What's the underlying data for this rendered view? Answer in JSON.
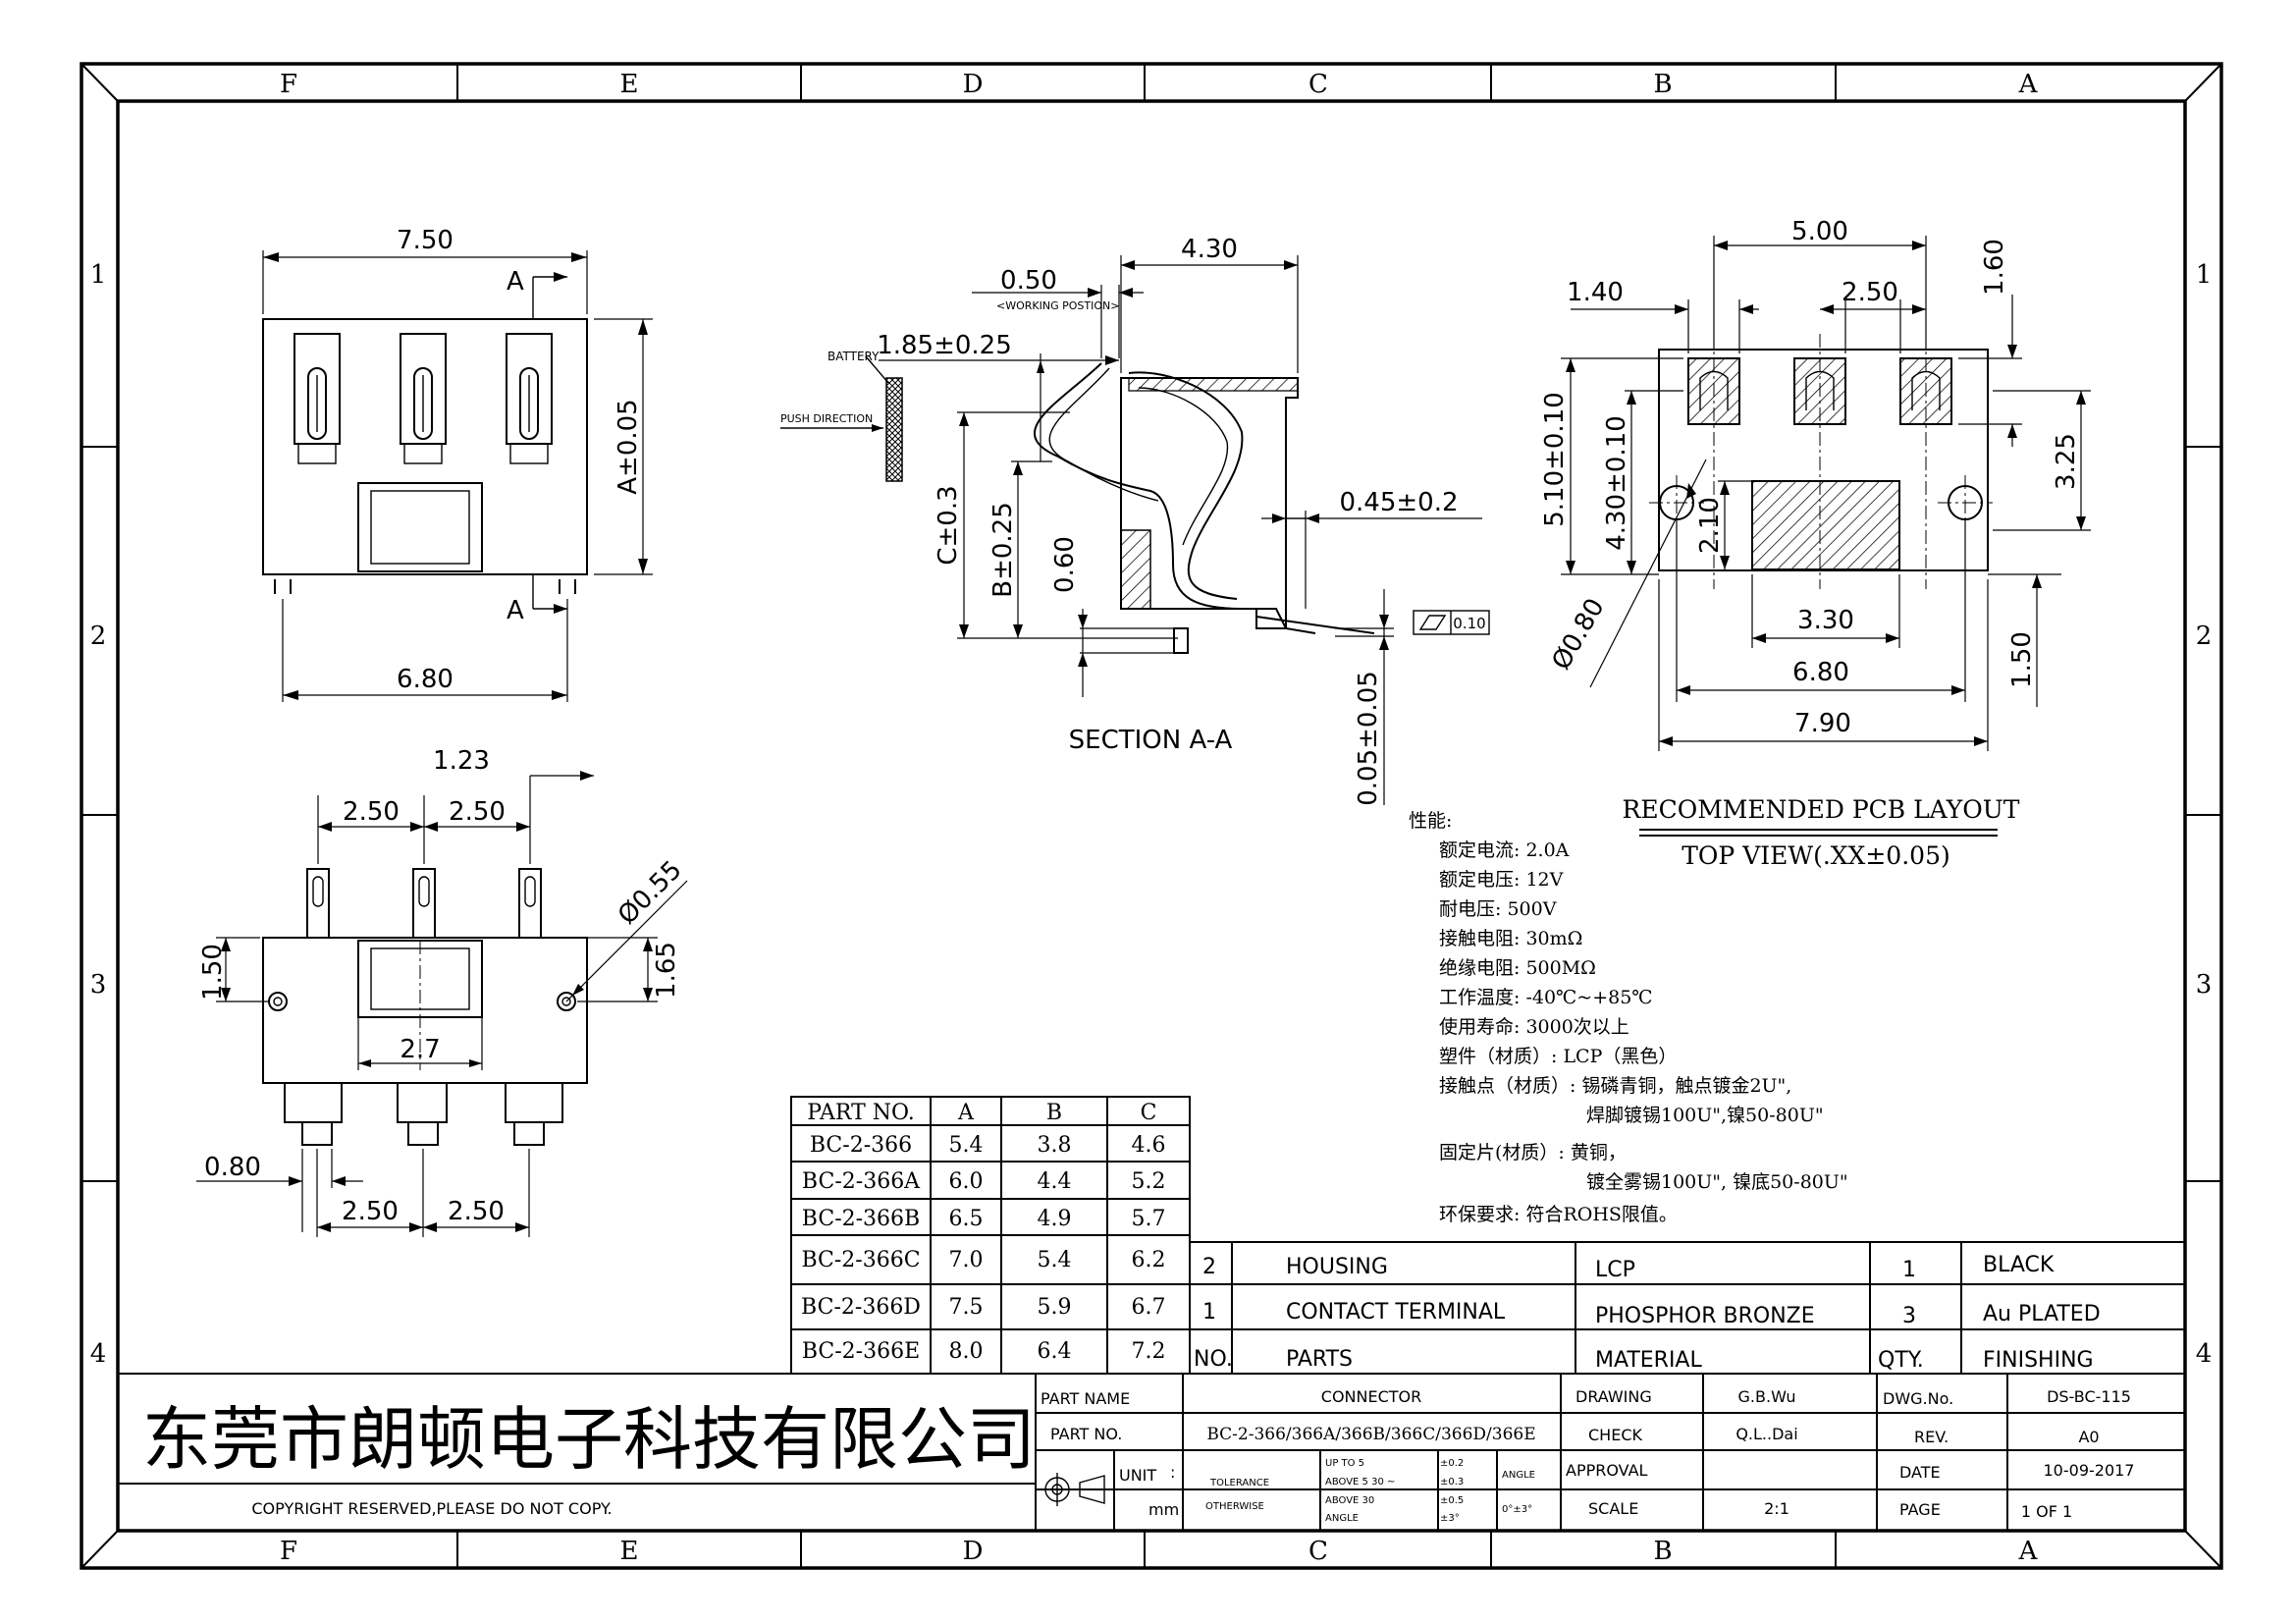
{
  "zones": {
    "columns": [
      "F",
      "E",
      "D",
      "C",
      "B",
      "A"
    ],
    "rows": [
      "1",
      "2",
      "3",
      "4"
    ]
  },
  "top_view": {
    "dim_width": "7.50",
    "dim_height": "A±0.05",
    "dim_pin_span": "6.80",
    "section_mark_top": "A",
    "section_mark_bottom": "A"
  },
  "bottom_view": {
    "dim_offset": "1.23",
    "dim_pitch_left": "2.50",
    "dim_pitch_right": "2.50",
    "dim_hole": "Ø0.55",
    "dim_left_height": "1.50",
    "dim_right_height": "1.65",
    "dim_center_width": "2.7",
    "dim_pad_width": "0.80",
    "dim_bottom_pitch_left": "2.50",
    "dim_bottom_pitch_right": "2.50"
  },
  "section_view": {
    "title": "SECTION A-A",
    "dim_depth": "4.30",
    "dim_working": "0.50",
    "working_note": "<WORKING POSTION>",
    "dim_battery_gap": "1.85±0.25",
    "battery_label": "BATTERY",
    "push_label": "PUSH DIRECTION",
    "dim_c": "C±0.3",
    "dim_b": "B±0.25",
    "dim_060": "0.60",
    "dim_045": "0.45±0.2",
    "dim_005": "0.05±0.05",
    "flatness_value": "0.10"
  },
  "pcb_layout": {
    "dim_500": "5.00",
    "dim_140": "1.40",
    "dim_250": "2.50",
    "dim_160": "1.60",
    "dim_510": "5.10±0.10",
    "dim_430": "4.30±0.10",
    "dim_325": "3.25",
    "dim_210": "2.10",
    "dim_330": "3.30",
    "dim_680": "6.80",
    "dim_790": "7.90",
    "dim_150": "1.50",
    "dim_080": "Ø0.80",
    "title": "RECOMMENDED PCB LAYOUT",
    "subtitle": "TOP VIEW(.XX±0.05)"
  },
  "specs": {
    "heading": "性能:",
    "lines": [
      "额定电流: 2.0A",
      "额定电压: 12V",
      "耐电压: 500V",
      "接触电阻: 30mΩ",
      "绝缘电阻: 500MΩ",
      "工作温度: -40℃~+85℃",
      "使用寿命: 3000次以上",
      "塑件（材质）: LCP（黑色）",
      "接触点（材质）: 锡磷青铜，触点镀金2U\",",
      "焊脚镀锡100U\",镍50-80U\"",
      "固定片(材质）: 黄铜，",
      "镀全雾锡100U\", 镍底50-80U\"",
      "环保要求: 符合ROHS限值。"
    ]
  },
  "part_table": {
    "headers": [
      "PART NO.",
      "A",
      "B",
      "C"
    ],
    "rows": [
      [
        "BC-2-366",
        "5.4",
        "3.8",
        "4.6"
      ],
      [
        "BC-2-366A",
        "6.0",
        "4.4",
        "5.2"
      ],
      [
        "BC-2-366B",
        "6.5",
        "4.9",
        "5.7"
      ],
      [
        "BC-2-366C",
        "7.0",
        "5.4",
        "6.2"
      ],
      [
        "BC-2-366D",
        "7.5",
        "5.9",
        "6.7"
      ],
      [
        "BC-2-366E",
        "8.0",
        "6.4",
        "7.2"
      ]
    ]
  },
  "bom": {
    "rows": [
      {
        "no": "2",
        "parts": "HOUSING",
        "material": "LCP",
        "qty": "1",
        "finishing": "BLACK"
      },
      {
        "no": "1",
        "parts": "CONTACT TERMINAL",
        "material": "PHOSPHOR BRONZE",
        "qty": "3",
        "finishing": "Au PLATED"
      }
    ],
    "header": {
      "no": "NO.",
      "parts": "PARTS",
      "material": "MATERIAL",
      "qty": "QTY.",
      "finishing": "FINISHING"
    }
  },
  "title_block": {
    "company": "东莞市朗顿电子科技有限公司",
    "copyright": "COPYRIGHT RESERVED,PLEASE DO NOT COPY.",
    "part_name_label": "PART NAME",
    "part_name": "CONNECTOR",
    "part_no_label": "PART NO.",
    "part_no": "BC-2-366/366A/366B/366C/366D/366E",
    "unit_label": "UNIT",
    "unit_colon": ":",
    "unit_value": "mm",
    "tolerance_label": "TOLERANCE",
    "otherwise_label": "OTHERWISE",
    "tol_rows": [
      {
        "range": "UP TO 5",
        "value": "±0.2"
      },
      {
        "range": "ABOVE 5  30 ~",
        "value": "±0.3"
      },
      {
        "range": "ABOVE 30",
        "value": "±0.5"
      },
      {
        "range": "ANGLE",
        "value": "±3°"
      }
    ],
    "angle_label": "ANGLE",
    "angle_value": "0°±3°",
    "drawing_label": "DRAWING",
    "drawing_value": "G.B.Wu",
    "check_label": "CHECK",
    "check_value": "Q.L..Dai",
    "approval_label": "APPROVAL",
    "scale_label": "SCALE",
    "scale_value": "2:1",
    "dwg_label": "DWG.No.",
    "dwg_value": "DS-BC-115",
    "rev_label": "REV.",
    "rev_value": "A0",
    "date_label": "DATE",
    "date_value": "10-09-2017",
    "page_label": "PAGE",
    "page_value": "1 OF 1"
  }
}
